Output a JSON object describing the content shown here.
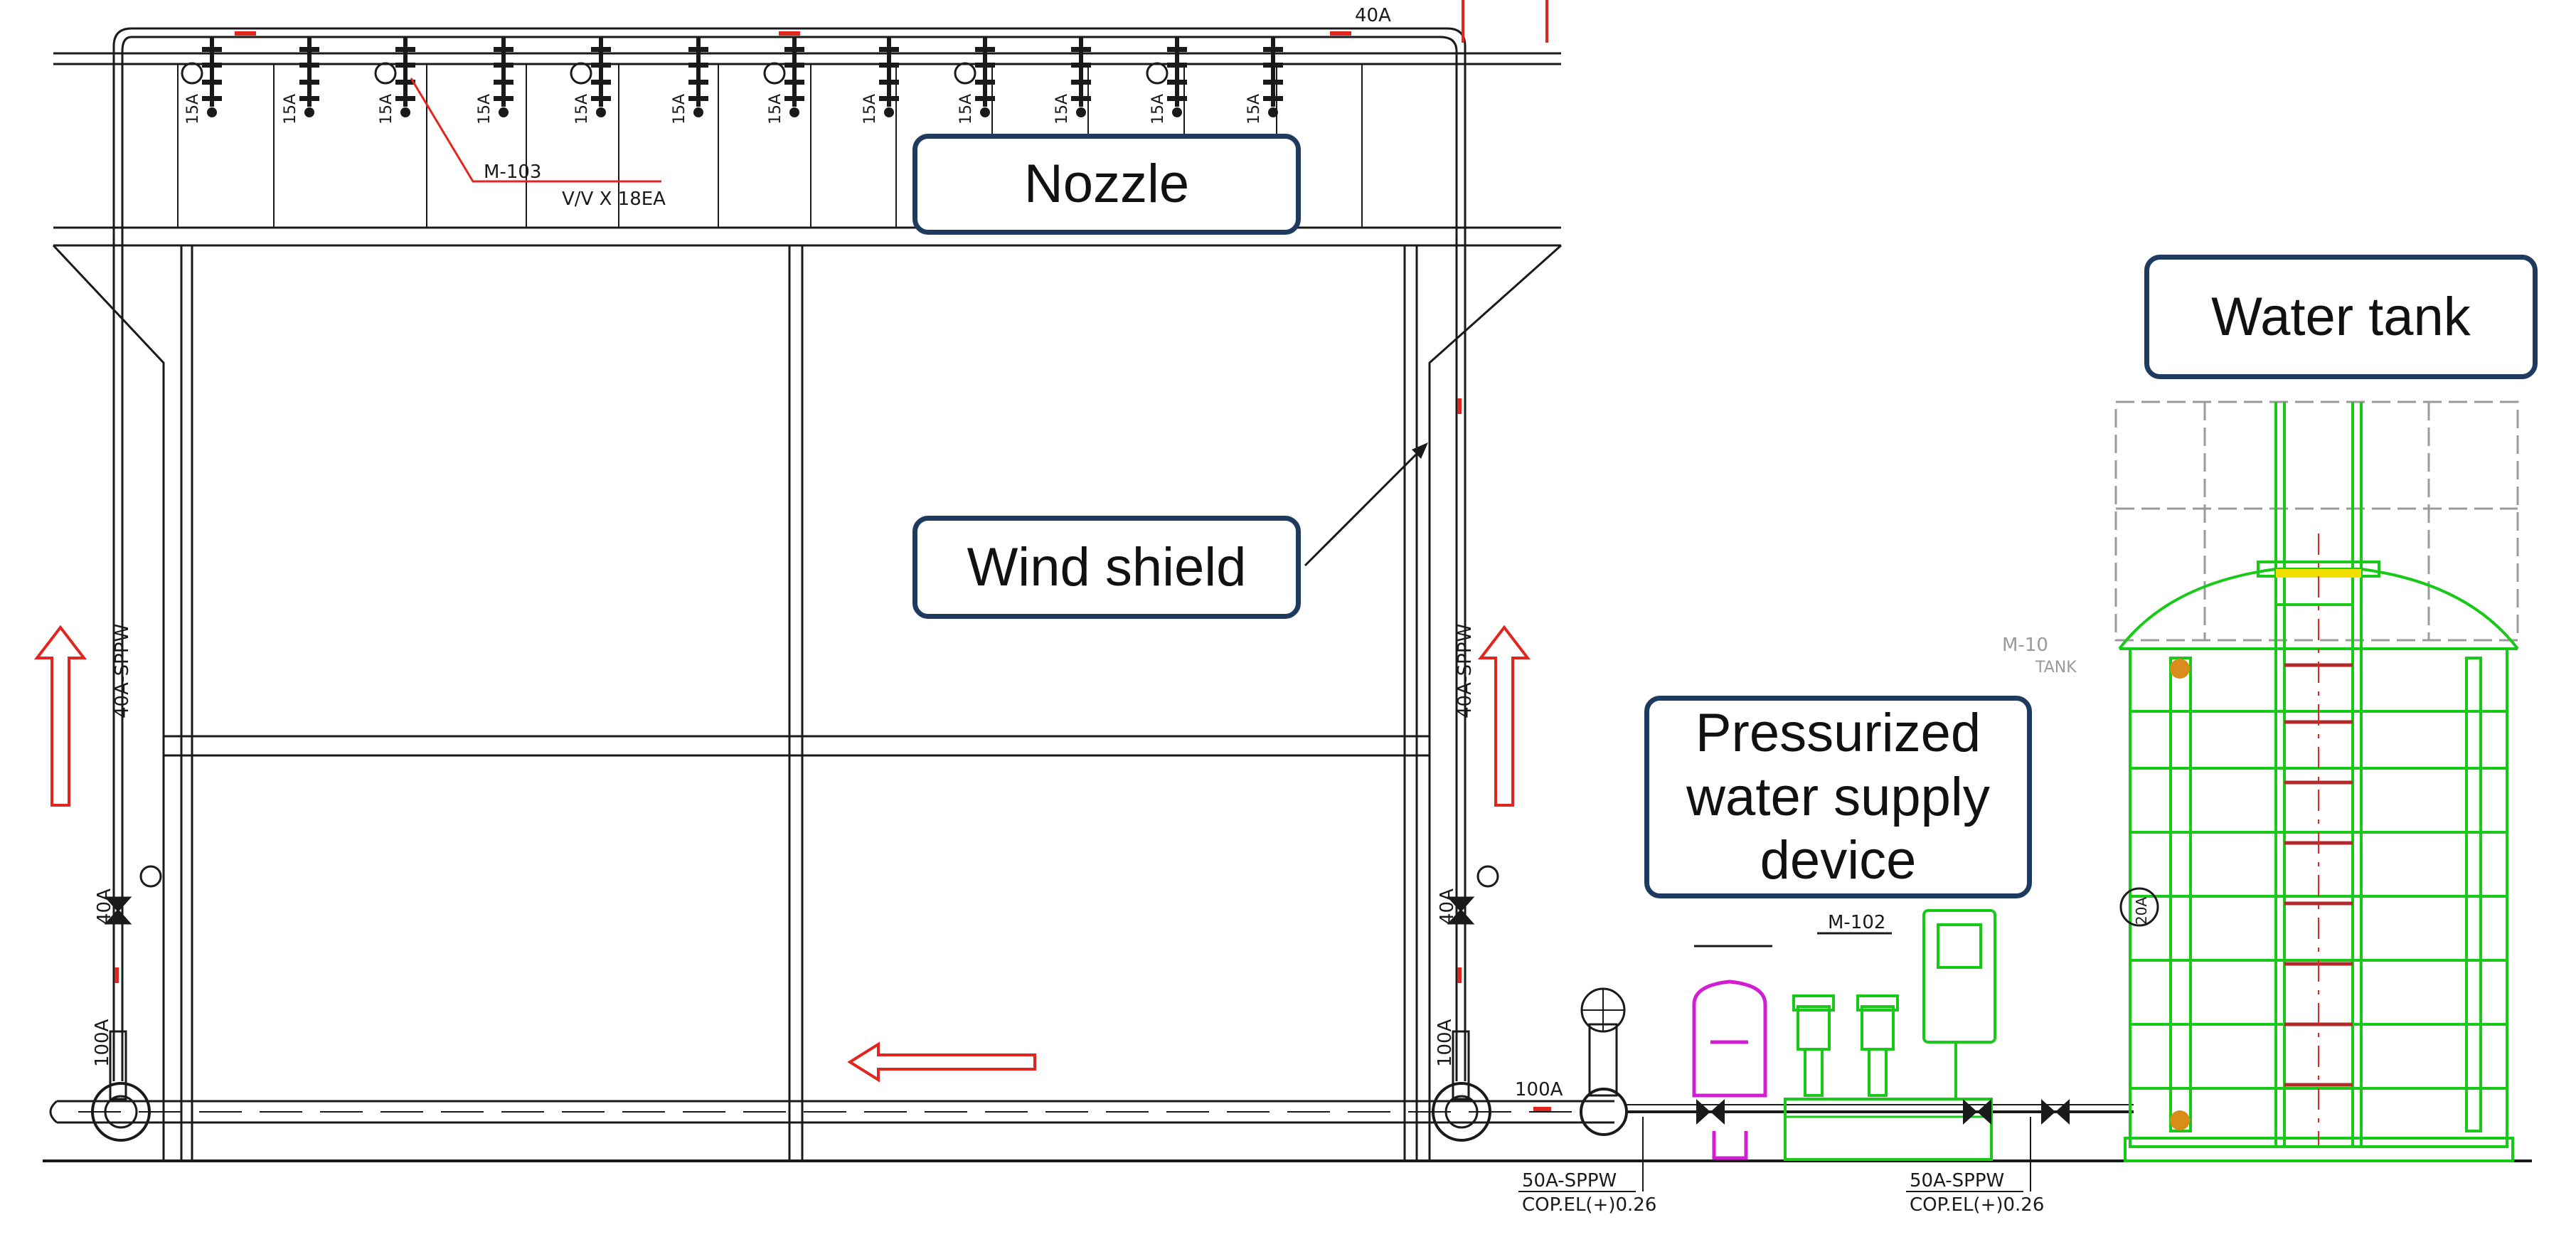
{
  "colors": {
    "line": "#1a1a1a",
    "light": "#9a9a9a",
    "red": "#e0261f",
    "green": "#18c918",
    "magenta": "#d21ed2",
    "yellow": "#f0e000",
    "callout_border": "#1f3a5f"
  },
  "callouts": {
    "nozzle": "Nozzle",
    "water_tank": "Water tank",
    "wind_shield": "Wind shield",
    "pressurized": "Pressurized\nwater supply\ndevice"
  },
  "labels": {
    "top_pipe": "40A",
    "left_riser": "40A-SPPW",
    "right_riser": "40A-SPPW",
    "left_valve": "40A",
    "right_valve": "40A",
    "left_base": "100A",
    "right_base": "100A",
    "main_pipe": "100A",
    "nozzle_tag": "M-103",
    "valve_count": "V/V X 18EA",
    "pump_tag": "M-102",
    "tank_tag": "M-10",
    "tank_sub": "TANK",
    "supply_left_1": "50A-SPPW",
    "supply_left_2": "COP.EL(+)0.26",
    "supply_right_1": "50A-SPPW",
    "supply_right_2": "COP.EL(+)0.26",
    "tank_nozzle": "20A"
  },
  "nozzle_sizes": [
    "15A",
    "15A",
    "15A",
    "15A",
    "15A",
    "15A",
    "15A",
    "15A",
    "15A",
    "15A",
    "15A",
    "15A"
  ]
}
